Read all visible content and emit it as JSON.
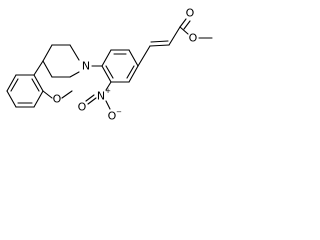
{
  "molecule": {
    "atoms": {
      "N_ring": "N",
      "nitro_N": "N",
      "nitro_plus": "+",
      "nitro_O1": "O",
      "nitro_O2": "O",
      "nitro_minus": "−",
      "methoxy_O": "O",
      "ester_carbonyl_O": "O",
      "ester_O": "O"
    }
  }
}
